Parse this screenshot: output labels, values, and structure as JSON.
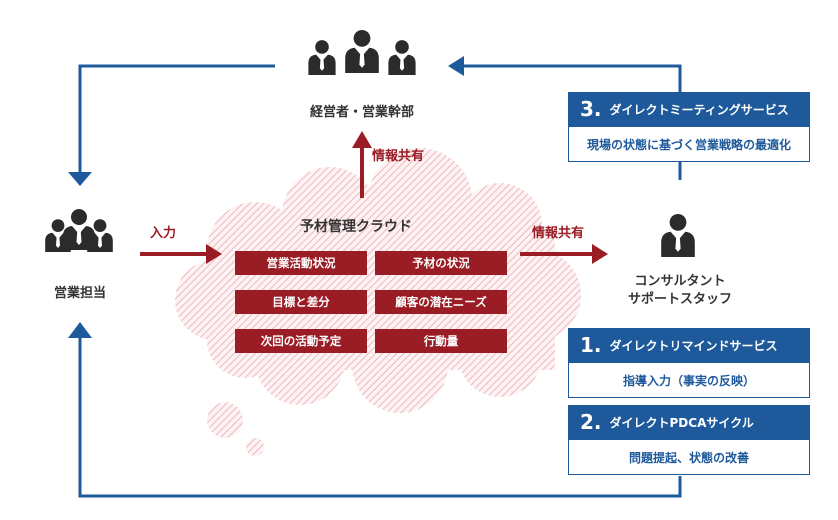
{
  "actors": {
    "executives": "経営者・営業幹部",
    "sales": "営業担当",
    "consultant_line1": "コンサルタント",
    "consultant_line2": "サポートスタッフ"
  },
  "arrows": {
    "input": "入力",
    "share_right": "情報共有",
    "share_up": "情報共有"
  },
  "cloud": {
    "title": "予材管理クラウド",
    "items": [
      "営業活動状況",
      "予材の状況",
      "目標と差分",
      "顧客の潜在ニーズ",
      "次回の活動予定",
      "行動量"
    ]
  },
  "services": [
    {
      "number": "3.",
      "title": "ダイレクトミーティングサービス",
      "desc": "現場の状態に基づく営業戦略の最適化"
    },
    {
      "number": "1.",
      "title": "ダイレクトリマインドサービス",
      "desc": "指導入力（事実の反映）"
    },
    {
      "number": "2.",
      "title": "ダイレクトPDCAサイクル",
      "desc": "問題提起、状態の改善"
    }
  ],
  "colors": {
    "blue": "#1e5a9b",
    "red": "#9a1c24",
    "cloud_hatch": "#e8a0a6",
    "icon": "#2b2b2b"
  }
}
